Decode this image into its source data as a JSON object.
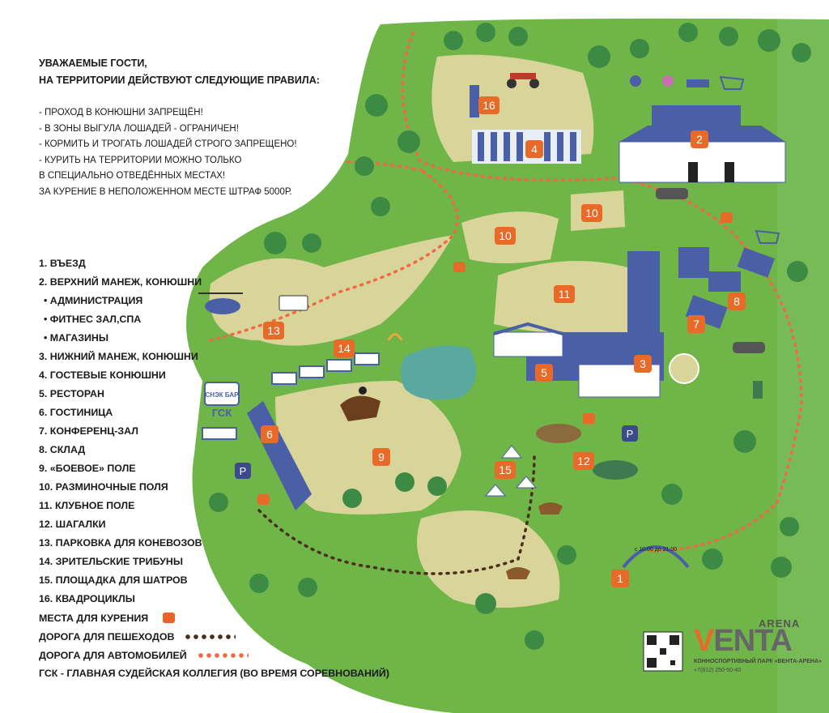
{
  "rules": {
    "title_line1": "УВАЖАЕМЫЕ ГОСТИ,",
    "title_line2": "НА ТЕРРИТОРИИ ДЕЙСТВУЮТ СЛЕДУЮЩИЕ ПРАВИЛА:",
    "lines": [
      "- ПРОХОД В КОНЮШНИ ЗАПРЕЩЁН!",
      "- В ЗОНЫ ВЫГУЛА ЛОШАДЕЙ - ОГРАНИЧЕН!",
      "- КОРМИТЬ И ТРОГАТЬ ЛОШАДЕЙ СТРОГО ЗАПРЕЩЕНО!",
      "- КУРИТЬ НА ТЕРРИТОРИИ  МОЖНО ТОЛЬКО",
      "В СПЕЦИАЛЬНО ОТВЕДЁННЫХ МЕСТАХ!",
      "ЗА КУРЕНИЕ В НЕПОЛОЖЕННОМ МЕСТЕ ШТРАФ 5000Р."
    ]
  },
  "legend": {
    "items": [
      "1. ВЪЕЗД",
      "2. ВЕРХНИЙ МАНЕЖ, КОНЮШНИ",
      "•  АДМИНИСТРАЦИЯ",
      "•  ФИТНЕС ЗАЛ,СПА",
      "•   МАГАЗИНЫ",
      "3. НИЖНИЙ МАНЕЖ, КОНЮШНИ",
      "4. ГОСТЕВЫЕ КОНЮШНИ",
      "5. РЕСТОРАН",
      "6. ГОСТИНИЦА",
      "7. КОНФЕРЕНЦ-ЗАЛ",
      "8. СКЛАД",
      "9. «БОЕВОЕ» ПОЛЕ",
      "10. РАЗМИНОЧНЫЕ ПОЛЯ",
      "11. КЛУБНОЕ ПОЛЕ",
      "12. ШАГАЛКИ",
      "13. ПАРКОВКА ДЛЯ КОНЕВОЗОВ",
      "14. ЗРИТЕЛЬСКИЕ ТРИБУНЫ",
      "15. ПЛОЩАДКА ДЛЯ ШАТРОВ",
      "16. КВАДРОЦИКЛЫ"
    ],
    "smoking": "МЕСТА ДЛЯ КУРЕНИЯ",
    "pedestrian": "ДОРОГА ДЛЯ ПЕШЕХОДОВ",
    "vehicles": "ДОРОГА ДЛЯ АВТОМОБИЛЕЙ",
    "gsk": "ГСК - ГЛАВНАЯ СУДЕЙСКАЯ КОЛЛЕГИЯ (ВО ВРЕМЯ СОРЕВНОВАНИЙ)"
  },
  "markers": [
    "1",
    "2",
    "3",
    "4",
    "5",
    "6",
    "7",
    "8",
    "9",
    "10",
    "10",
    "11",
    "12",
    "13",
    "14",
    "15",
    "16"
  ],
  "parking_label": "P",
  "snack_bar": "СНЭК БАР",
  "gsk_short": "ГСК",
  "entrance_hours": "с 10:00 до 21:00",
  "logo": {
    "arena": "ARENA",
    "venta_v": "V",
    "venta_rest": "ENTA",
    "subtitle": "КОННОСПОРТИВНЫЙ ПАРК «ВЕНТА-АРЕНА»",
    "phone": "+7(812) 250-50-40"
  },
  "colors": {
    "grass": "#6fb548",
    "field": "#d9d49a",
    "roof": "#4a5fa5",
    "marker": "#e86a28",
    "pond": "#5aa9a0"
  },
  "icons": [
    "helicopter-icon",
    "truck-icon",
    "quad-bike-icon",
    "car-icon",
    "shopping-cart-icon",
    "horse-icon",
    "rider-icon",
    "tent-icon",
    "bed-icon",
    "horseshoe-icon",
    "playground-icon",
    "person-icon",
    "flower-icon",
    "treadmill-icon"
  ]
}
